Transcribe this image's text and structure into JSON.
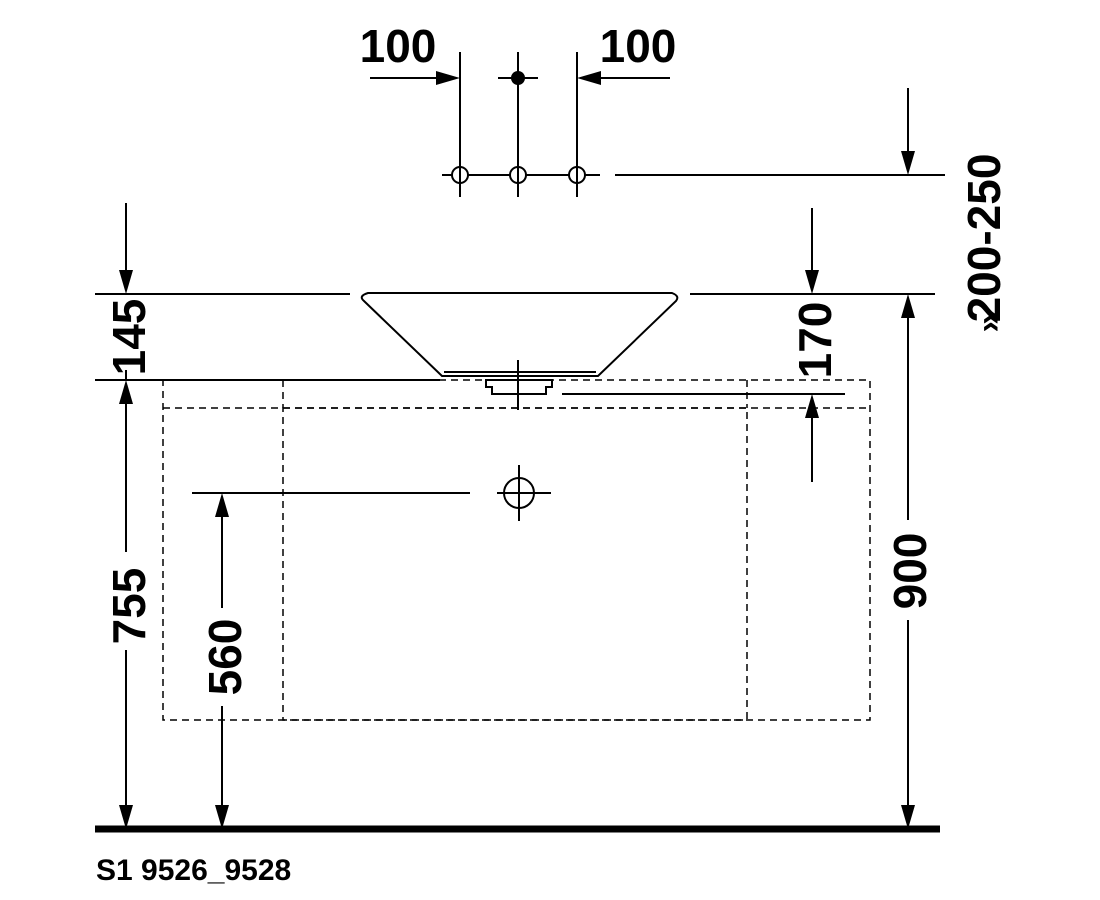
{
  "drawing": {
    "dimensions": {
      "tap_spacing_left": "100",
      "tap_spacing_right": "100",
      "tap_height": "200-250",
      "tap_height_prefix": "»",
      "basin_height": "145",
      "basin_to_counter": "170",
      "counter_height": "755",
      "drain_height": "560",
      "total_height": "900"
    },
    "code": "S1 9526_9528"
  }
}
